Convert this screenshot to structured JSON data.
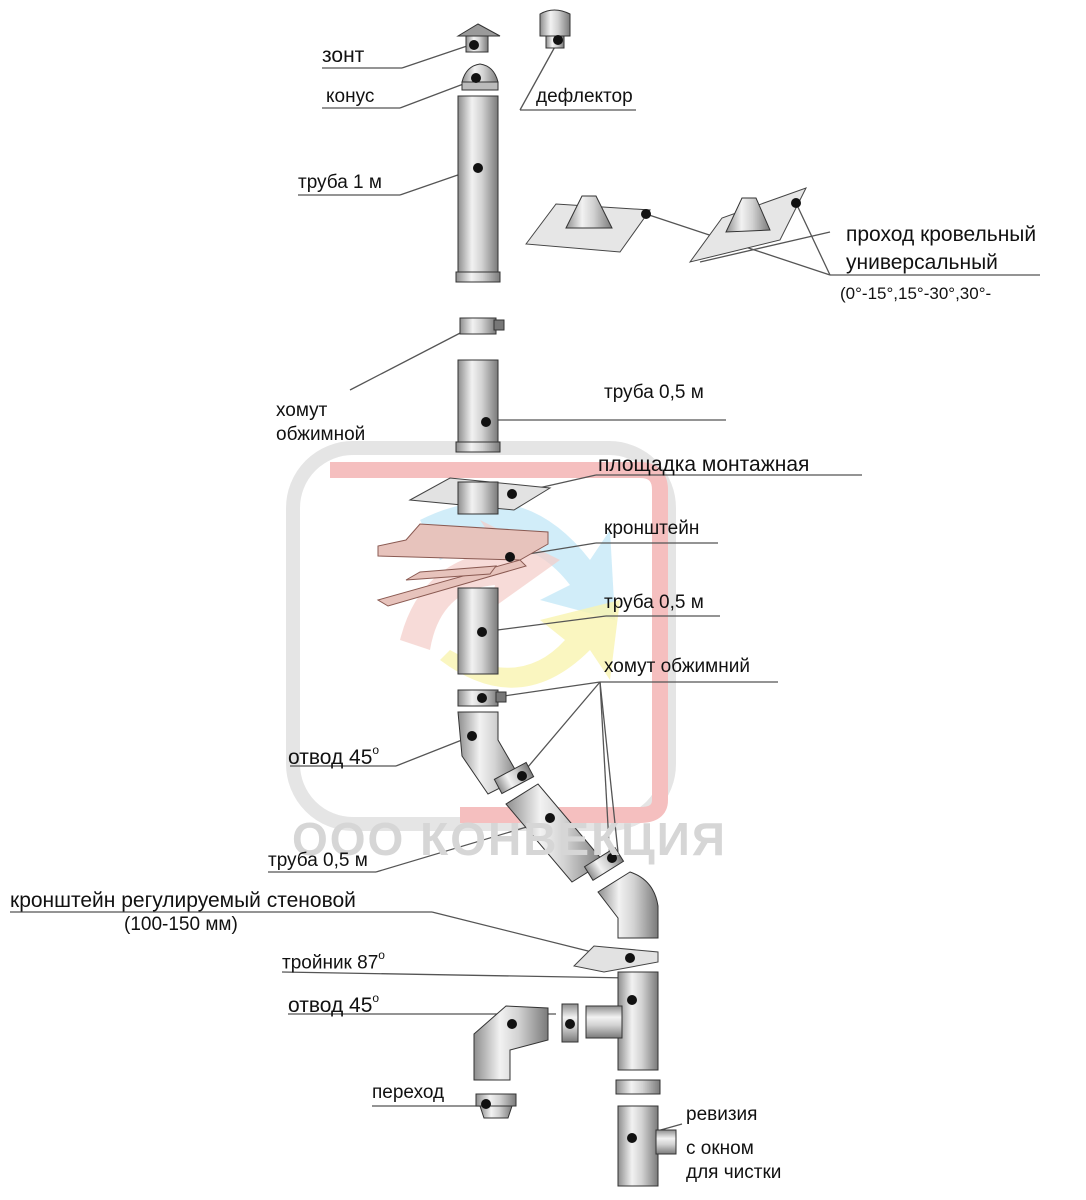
{
  "watermark": {
    "text": "ООО КОНВЕКЦИЯ",
    "colors": {
      "red": "#f4b9b9",
      "blue": "#bfe6f6",
      "yellow": "#f7f2a8",
      "frame": "#e3e3e3"
    }
  },
  "colors": {
    "metal": "#c9c9c9",
    "metal_dark": "#8a8a8a",
    "bracket": "#d9a59c",
    "line": "#555555",
    "dot": "#111111"
  },
  "labels": {
    "zont": "зонт",
    "konus": "конус",
    "deflektor": "дефлектор",
    "truba_1m": "труба 1 м",
    "prohod_line1": "проход кровельный",
    "prohod_line2": "универсальный",
    "prohod_line3": "(0°-15°,15°-30°,30°-",
    "homut_line1": "хомут",
    "homut_line2": "обжимной",
    "truba_05_a": "труба 0,5 м",
    "ploshchadka": "площадка монтажная",
    "kronshtein": "кронштейн",
    "truba_05_b": "труба 0,5 м",
    "homut_obzhimniy": "хомут обжимний",
    "otvod_45_a": "отвод 45",
    "degree": "о",
    "truba_05_c": "труба 0,5 м",
    "kronshtein_reg_line1": "кронштейн регулируемый стеновой",
    "kronshtein_reg_line2": "(100-150 мм)",
    "troinik": "тройник 87",
    "otvod_45_b": "отвод 45",
    "perehod": "переход",
    "reviziya_line1": "ревизия",
    "reviziya_line2": "с окном",
    "reviziya_line3": "для чистки"
  }
}
